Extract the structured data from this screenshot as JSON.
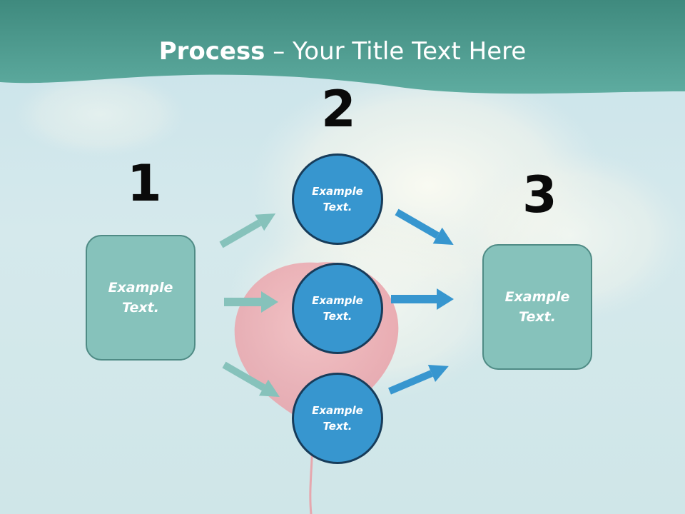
{
  "title": {
    "bold": "Process",
    "rest": " – Your Title Text Here"
  },
  "steps": [
    {
      "number": "1"
    },
    {
      "number": "2"
    },
    {
      "number": "3"
    }
  ],
  "left_box": {
    "text": "Example\nText."
  },
  "right_box": {
    "text": "Example\nText."
  },
  "circles": [
    {
      "text": "Example\nText."
    },
    {
      "text": "Example\nText."
    },
    {
      "text": "Example\nText."
    }
  ],
  "colors": {
    "header": "#58a89c",
    "box_fill": "#86c2bb",
    "circle_fill": "#3796cf",
    "arrow_left": "#86c2bb",
    "arrow_right": "#3796cf"
  }
}
